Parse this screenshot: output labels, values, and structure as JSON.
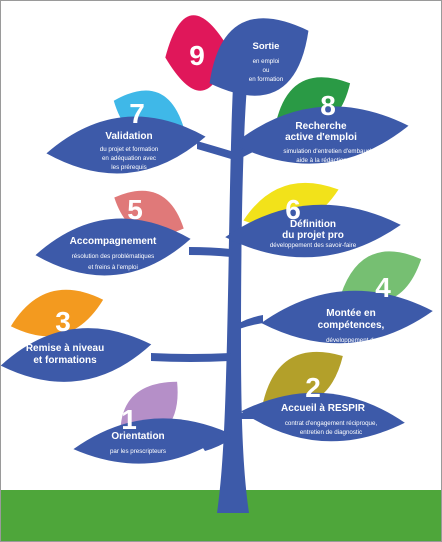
{
  "colors": {
    "trunk": "#3d5aa9",
    "ground": "#4ea63a",
    "background": "#ffffff"
  },
  "steps": [
    {
      "number": "1",
      "color": "#b58fc8",
      "title_lines": [
        "Orientation"
      ],
      "detail_lines": [
        "par les prescripteurs"
      ]
    },
    {
      "number": "2",
      "color": "#b3a02a",
      "title_lines": [
        "Accueil à RESPIR"
      ],
      "detail_lines": [
        "contrat d'engagement réciproque,",
        "entretien de diagnostic"
      ]
    },
    {
      "number": "3",
      "color": "#f39a1f",
      "title_lines": [
        "Remise à niveau",
        "et formations"
      ],
      "detail_lines": []
    },
    {
      "number": "4",
      "color": "#76bf72",
      "title_lines": [
        "Montée en",
        "compétences,"
      ],
      "detail_lines": [
        "développement de savoir-être"
      ]
    },
    {
      "number": "5",
      "color": "#e07979",
      "title_lines": [
        "Accompagnement"
      ],
      "detail_lines": [
        "résolution des problématiques",
        "et freins à l'emploi"
      ]
    },
    {
      "number": "6",
      "color": "#f2e21a",
      "title_lines": [
        "Définition",
        "du projet pro"
      ],
      "detail_lines": [
        "développement des savoir-faire"
      ]
    },
    {
      "number": "7",
      "color": "#3fb8e8",
      "title_lines": [
        "Validation"
      ],
      "detail_lines": [
        "du projet et  formation",
        "en adéquation avec",
        "les prérequis"
      ]
    },
    {
      "number": "8",
      "color": "#2a9a45",
      "title_lines": [
        "Recherche",
        "active d'emploi"
      ],
      "detail_lines": [
        "simulation d'entretien d'embauche,",
        "aide à la rédaction du CV"
      ]
    },
    {
      "number": "9",
      "color": "#e0175a",
      "title_lines": [
        "Sortie"
      ],
      "detail_lines": [
        "en emploi",
        "ou",
        "en formation"
      ]
    }
  ]
}
